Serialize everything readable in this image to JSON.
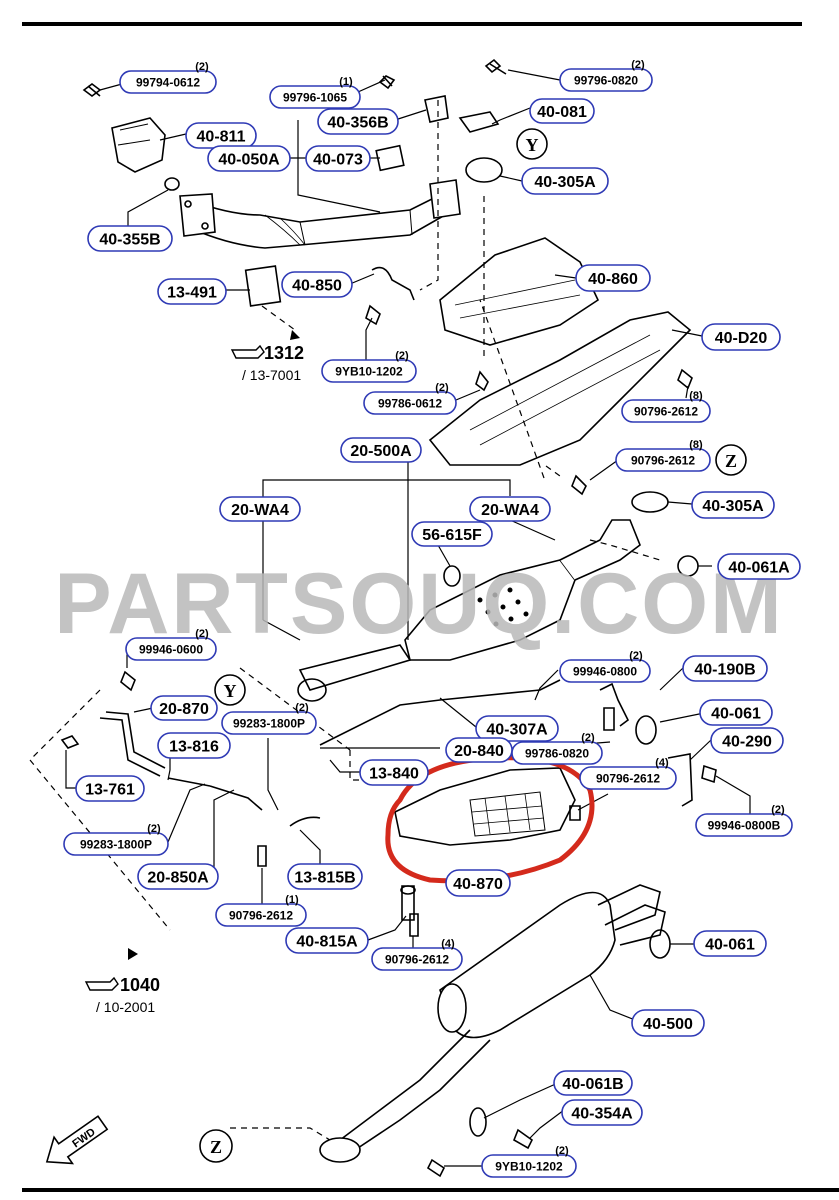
{
  "watermark": "PARTSOUQ.COM",
  "refs": [
    {
      "id": "ref-1312",
      "num": "1312",
      "sub": "/ 13-7001"
    },
    {
      "id": "ref-1040",
      "num": "1040",
      "sub": "/ 10-2001"
    }
  ],
  "fwd_label": "FWD",
  "circle_markers": [
    "Y",
    "Z",
    "Y",
    "Z"
  ],
  "labels": [
    {
      "id": "99794-0612",
      "text": "99794-0612",
      "qty": "(2)"
    },
    {
      "id": "99796-1065",
      "text": "99796-1065",
      "qty": "(1)"
    },
    {
      "id": "99796-0820",
      "text": "99796-0820",
      "qty": "(2)"
    },
    {
      "id": "40-811",
      "text": "40-811",
      "qty": ""
    },
    {
      "id": "40-356B",
      "text": "40-356B",
      "qty": ""
    },
    {
      "id": "40-081",
      "text": "40-081",
      "qty": ""
    },
    {
      "id": "40-050A",
      "text": "40-050A",
      "qty": ""
    },
    {
      "id": "40-073",
      "text": "40-073",
      "qty": ""
    },
    {
      "id": "40-305A-top",
      "text": "40-305A",
      "qty": ""
    },
    {
      "id": "40-355B",
      "text": "40-355B",
      "qty": ""
    },
    {
      "id": "40-860",
      "text": "40-860",
      "qty": ""
    },
    {
      "id": "13-491",
      "text": "13-491",
      "qty": ""
    },
    {
      "id": "40-850",
      "text": "40-850",
      "qty": ""
    },
    {
      "id": "40-D20",
      "text": "40-D20",
      "qty": ""
    },
    {
      "id": "9YB10-1202-top",
      "text": "9YB10-1202",
      "qty": "(2)"
    },
    {
      "id": "99786-0612",
      "text": "99786-0612",
      "qty": "(2)"
    },
    {
      "id": "90796-2612-a",
      "text": "90796-2612",
      "qty": "(8)"
    },
    {
      "id": "20-500A",
      "text": "20-500A",
      "qty": ""
    },
    {
      "id": "90796-2612-b",
      "text": "90796-2612",
      "qty": "(8)"
    },
    {
      "id": "40-305A-mid",
      "text": "40-305A",
      "qty": ""
    },
    {
      "id": "20-WA4-left",
      "text": "20-WA4",
      "qty": ""
    },
    {
      "id": "20-WA4-right",
      "text": "20-WA4",
      "qty": ""
    },
    {
      "id": "56-615F",
      "text": "56-615F",
      "qty": ""
    },
    {
      "id": "40-061A",
      "text": "40-061A",
      "qty": ""
    },
    {
      "id": "99946-0600",
      "text": "99946-0600",
      "qty": "(2)"
    },
    {
      "id": "99946-0800",
      "text": "99946-0800",
      "qty": "(2)"
    },
    {
      "id": "40-190B",
      "text": "40-190B",
      "qty": ""
    },
    {
      "id": "20-870",
      "text": "20-870",
      "qty": ""
    },
    {
      "id": "99283-1800P-a",
      "text": "99283-1800P",
      "qty": "(2)"
    },
    {
      "id": "40-307A",
      "text": "40-307A",
      "qty": ""
    },
    {
      "id": "40-061-mid",
      "text": "40-061",
      "qty": ""
    },
    {
      "id": "13-816",
      "text": "13-816",
      "qty": ""
    },
    {
      "id": "20-840",
      "text": "20-840",
      "qty": ""
    },
    {
      "id": "99786-0820",
      "text": "99786-0820",
      "qty": "(2)"
    },
    {
      "id": "40-290",
      "text": "40-290",
      "qty": ""
    },
    {
      "id": "13-761",
      "text": "13-761",
      "qty": ""
    },
    {
      "id": "13-840",
      "text": "13-840",
      "qty": ""
    },
    {
      "id": "90796-2612-c",
      "text": "90796-2612",
      "qty": "(4)"
    },
    {
      "id": "99946-0800B",
      "text": "99946-0800B",
      "qty": "(2)"
    },
    {
      "id": "99283-1800P-b",
      "text": "99283-1800P",
      "qty": "(2)"
    },
    {
      "id": "40-870",
      "text": "40-870",
      "qty": ""
    },
    {
      "id": "20-850A",
      "text": "20-850A",
      "qty": ""
    },
    {
      "id": "13-815B",
      "text": "13-815B",
      "qty": ""
    },
    {
      "id": "90796-2612-d",
      "text": "90796-2612",
      "qty": "(1)"
    },
    {
      "id": "40-815A",
      "text": "40-815A",
      "qty": ""
    },
    {
      "id": "90796-2612-e",
      "text": "90796-2612",
      "qty": "(4)"
    },
    {
      "id": "40-061-bot",
      "text": "40-061",
      "qty": ""
    },
    {
      "id": "40-500",
      "text": "40-500",
      "qty": ""
    },
    {
      "id": "40-061B",
      "text": "40-061B",
      "qty": ""
    },
    {
      "id": "40-354A",
      "text": "40-354A",
      "qty": ""
    },
    {
      "id": "9YB10-1202-bot",
      "text": "9YB10-1202",
      "qty": "(2)"
    }
  ],
  "colors": {
    "label_border": "#2f3ab5",
    "line": "#000000",
    "highlight": "#d42a1c",
    "watermark": "#b8b8b8"
  }
}
